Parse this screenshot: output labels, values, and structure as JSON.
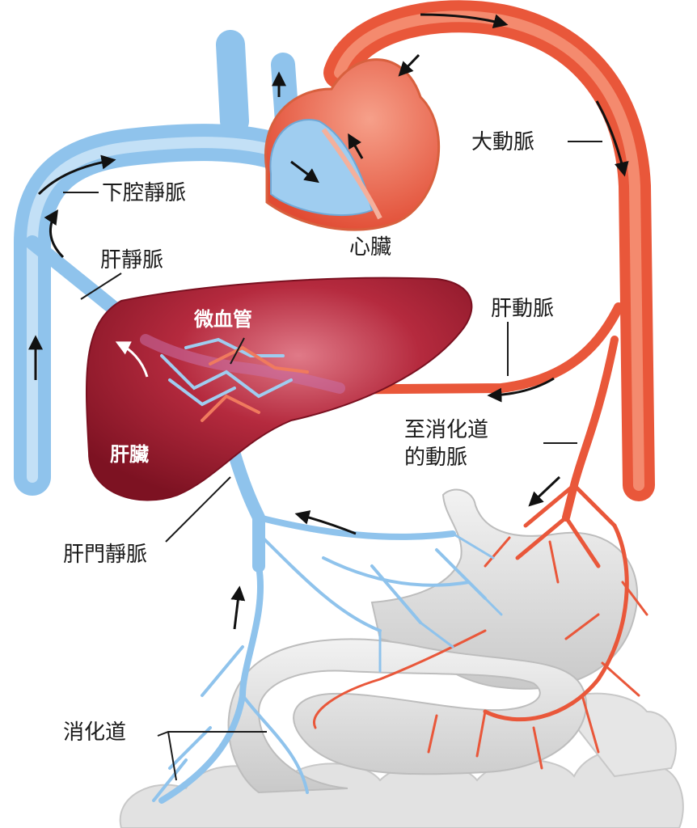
{
  "labels": {
    "inferior_vena_cava": "下腔靜脈",
    "hepatic_vein": "肝靜脈",
    "heart": "心臟",
    "aorta": "大動脈",
    "capillaries": "微血管",
    "hepatic_artery": "肝動脈",
    "liver": "肝臟",
    "arteries_to_gut_line1": "至消化道",
    "arteries_to_gut_line2": "的動脈",
    "portal_vein": "肝門靜脈",
    "digestive_tract": "消化道"
  },
  "colors": {
    "vein": "#8fc3ec",
    "artery": "#e9573a",
    "liver": "#9b1b2d",
    "gut": "#d9d9d9",
    "capillary": "#a05aa8"
  }
}
